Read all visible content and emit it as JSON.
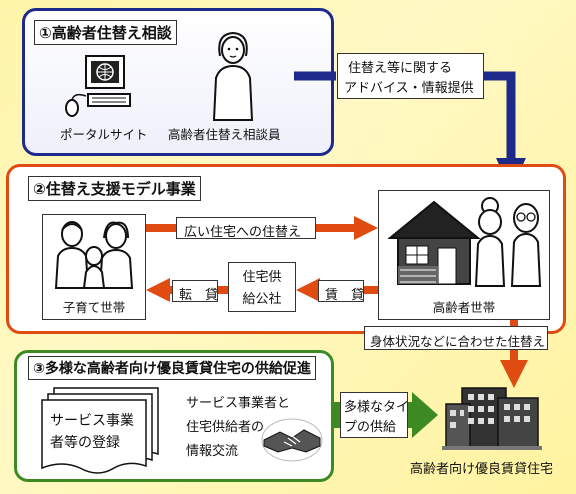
{
  "sections": {
    "consult": {
      "title": "①高齢者住替え相談",
      "portal_label": "ポータルサイト",
      "counselor_label": "高齢者住替え相談員",
      "advice_line1": "住替え等に関する",
      "advice_line2": "アドバイス・情報提供"
    },
    "support": {
      "title": "②住替え支援モデル事業",
      "childrearing_label": "子育て世帯",
      "elderly_label": "高齢者世帯",
      "move_to_larger": "広い住宅への住替え",
      "public_corp_line1": "住宅供",
      "public_corp_line2": "給公社",
      "sublease_label": "転　貸",
      "lease_label": "賃　貸",
      "health_move": "身体状況などに合わせた住替え"
    },
    "supply": {
      "title": "③多様な高齢者向け優良賃貸住宅の供給促進",
      "registry_line1": "サービス事業",
      "registry_line2": "者等の登録",
      "exchange_line1": "サービス事業者と",
      "exchange_line2": "住宅供給者の",
      "exchange_line3": "情報交流",
      "types_line1": "多様なタイ",
      "types_line2": "プの供給",
      "result_label": "高齢者向け優良賃貸住宅"
    }
  },
  "colors": {
    "navy": "#1d2a8c",
    "orange_red": "#e04b12",
    "green": "#3d8a22",
    "background": "#fdf6a8"
  },
  "icons": {
    "computer": "computer-icon",
    "counselor": "woman-figure-icon",
    "family": "family-icon",
    "house": "house-icon",
    "elderly": "elderly-couple-icon",
    "documents": "document-stack-icon",
    "handshake": "handshake-icon",
    "building": "apartment-building-icon"
  }
}
